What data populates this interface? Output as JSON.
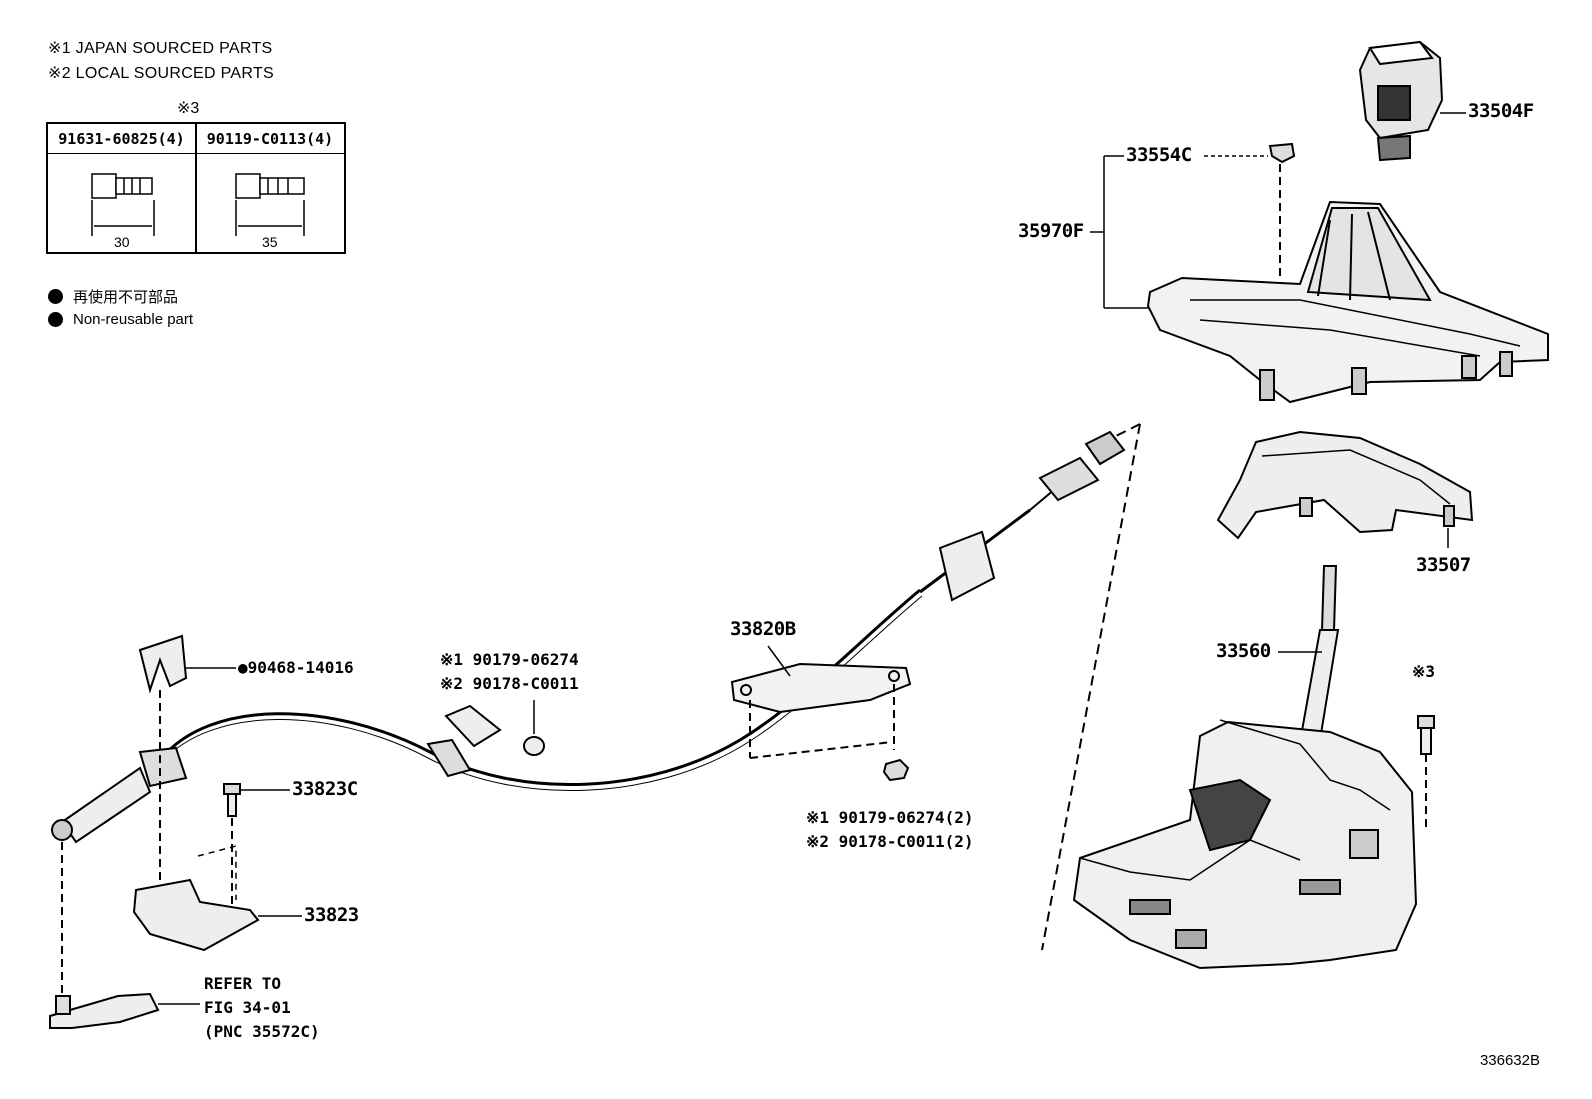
{
  "notes": {
    "japan": "※1 JAPAN SOURCED PARTS",
    "local": "※2 LOCAL SOURCED PARTS"
  },
  "kit_table": {
    "mark": "※3",
    "col1": {
      "part": "91631-60825(4)",
      "length": "30"
    },
    "col2": {
      "part": "90119-C0113(4)",
      "length": "35"
    }
  },
  "legend": {
    "jp": "再使用不可部品",
    "en": "Non-reusable part"
  },
  "parts": {
    "p33504F": "33504F",
    "p33554C": "33554C",
    "p35970F": "35970F",
    "p33507": "33507",
    "p33560": "33560",
    "mark3": "※3",
    "p33820B": "33820B",
    "p90468": "●90468-14016",
    "p33823C": "33823C",
    "p33823": "33823",
    "nut_j": "※1 90179-06274",
    "nut_l": "※2 90178-C0011",
    "nut2_j": "※1 90179-06274(2)",
    "nut2_l": "※2 90178-C0011(2)",
    "refer1": "REFER TO",
    "refer2": "FIG 34-01",
    "refer3": "(PNC 35572C)"
  },
  "illustration_id": "336632B"
}
